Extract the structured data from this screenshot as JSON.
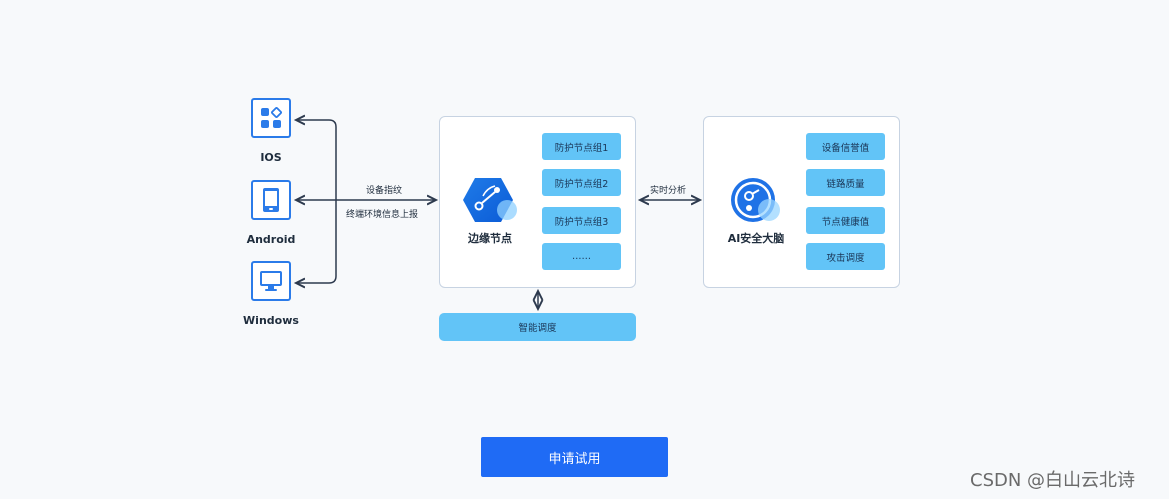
{
  "devices": [
    {
      "label": "IOS"
    },
    {
      "label": "Android"
    },
    {
      "label": "Windows"
    }
  ],
  "flow_left": {
    "top_label": "设备指纹",
    "bottom_label": "终端环境信息上报"
  },
  "edge_node": {
    "label": "边缘节点",
    "groups": [
      "防护节点组1",
      "防护节点组2",
      "防护节点组3",
      "……"
    ]
  },
  "flow_middle": {
    "label": "实时分析"
  },
  "ai_brain": {
    "label": "AI安全大脑",
    "items": [
      "设备信誉值",
      "链路质量",
      "节点健康值",
      "攻击调度"
    ]
  },
  "scheduling": {
    "label": "智能调度"
  },
  "cta": {
    "label": "申请试用"
  },
  "watermark": {
    "text": "CSDN @白山云北诗"
  },
  "colors": {
    "accent": "#1f6bf5",
    "pill": "#62c4f7",
    "icon_blue": "#2b7be9",
    "panel_border": "#c7d3e2"
  }
}
